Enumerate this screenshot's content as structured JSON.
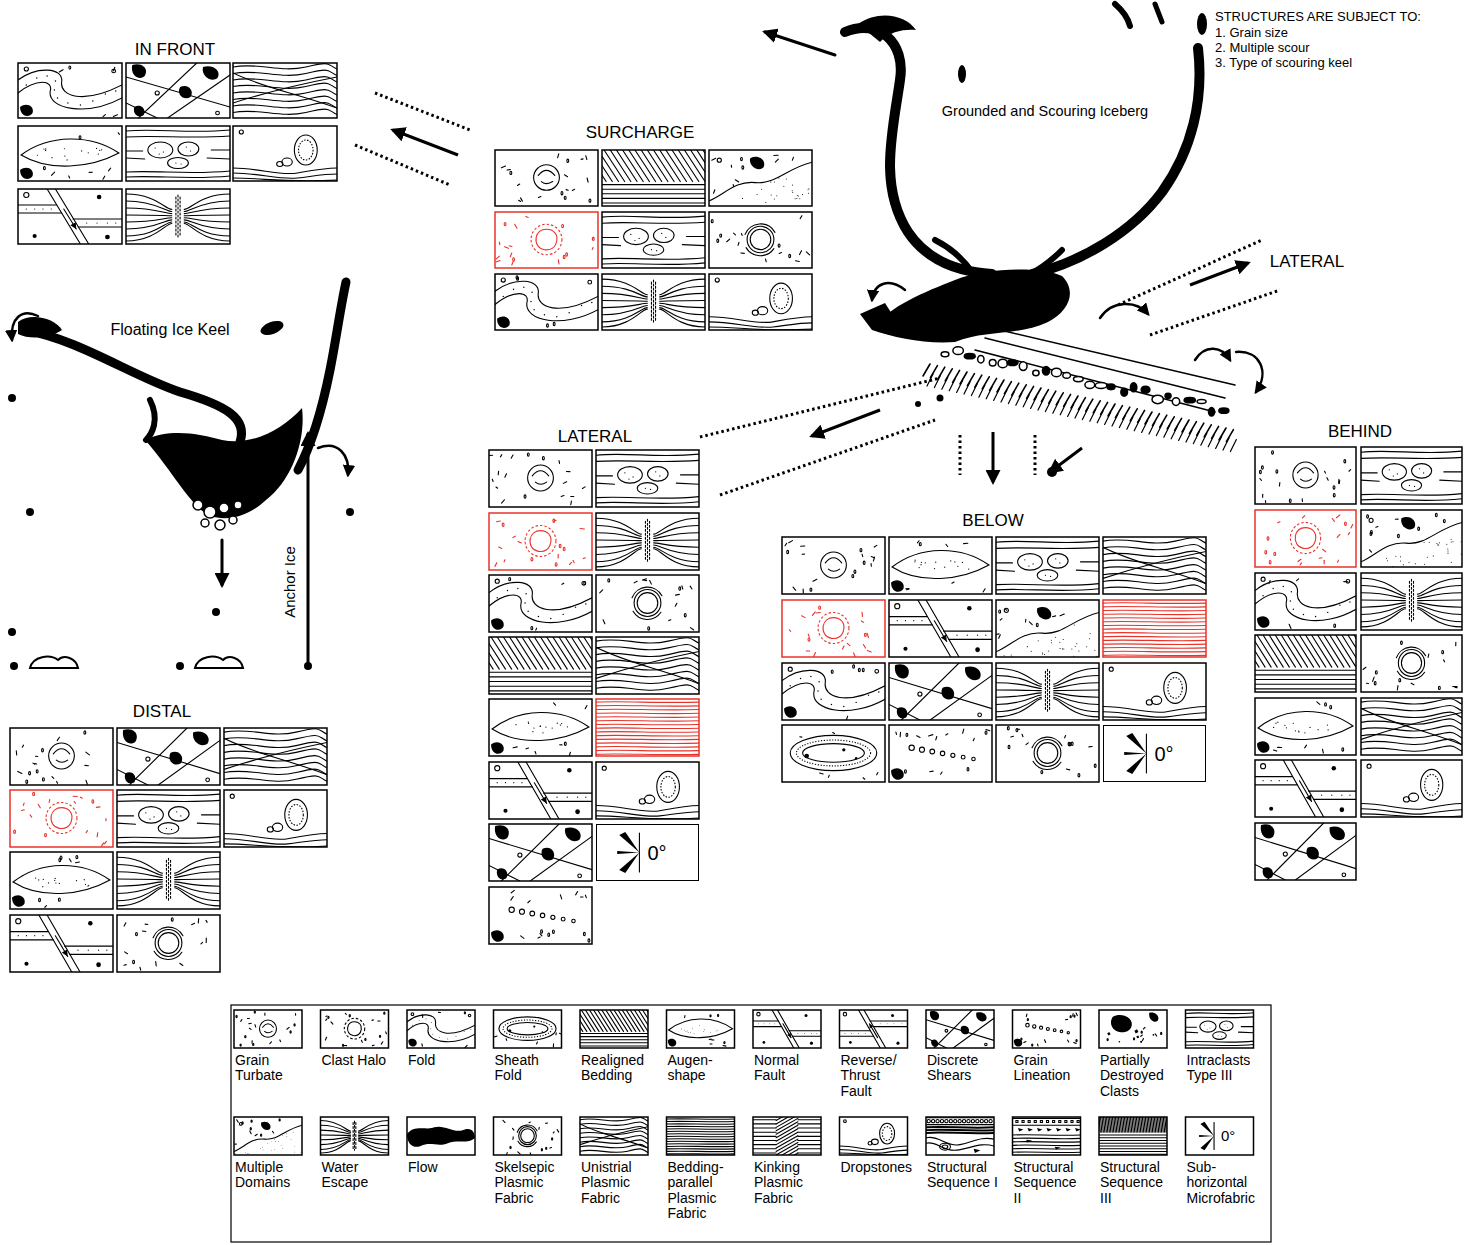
{
  "diagram": {
    "nodes": [
      {
        "text": [
          "0°"
        ]
      },
      {
        "text": [
          "0°"
        ]
      }
    ],
    "labels": [
      "STRUCTURES ARE SUBJECT TO:",
      "1. Grain size",
      "2. Multiple scour",
      "3. Type of scouring keel",
      "IN FRONT",
      "SURCHARGE",
      "Grounded and Scouring Iceberg",
      "LATERAL",
      "Floating Ice Keel",
      "LATERAL",
      "BEHIND",
      "BELOW",
      "Anchor Ice",
      "DISTAL",
      "0°"
    ],
    "legend": [
      {
        "text": "Grain Turbate"
      },
      {
        "text": "Clast Halo"
      },
      {
        "text": "Fold"
      },
      {
        "text": "Sheath Fold"
      },
      {
        "text": "Realigned Bedding"
      },
      {
        "text": "Augen-shape"
      },
      {
        "text": "Normal Fault"
      },
      {
        "text": "Reverse/ Thrust Fault"
      },
      {
        "text": "Discrete Shears"
      },
      {
        "text": "Grain Lineation"
      },
      {
        "text": "Partially Destroyed Clasts"
      },
      {
        "text": "Intraclasts Type III"
      },
      {
        "text": "Multiple Domains"
      },
      {
        "text": "Water Escape"
      },
      {
        "text": "Flow"
      },
      {
        "text": "Skelsepic Plasmic Fabric"
      },
      {
        "text": "Unistrial Plasmic Fabric"
      },
      {
        "text": "Bedding-parallel Plasmic Fabric"
      },
      {
        "text": "Kinking Plasmic Fabric"
      },
      {
        "text": "Dropstones"
      },
      {
        "text": "Structural Sequence I"
      },
      {
        "text": "Structural Sequence II"
      },
      {
        "text": "Structural Sequence III"
      },
      {
        "text": "Sub-horizontal Microfabric"
      }
    ]
  }
}
